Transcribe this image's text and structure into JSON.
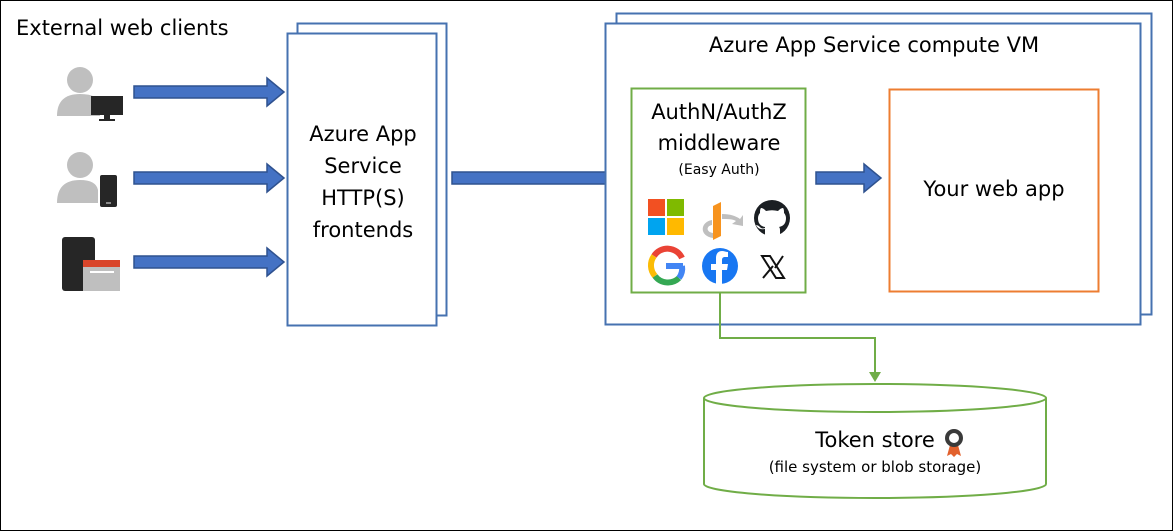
{
  "clients": {
    "title": "External web clients",
    "items": [
      {
        "name": "user-with-monitor",
        "icon": "user-desktop-icon"
      },
      {
        "name": "user-with-phone",
        "icon": "user-mobile-icon"
      },
      {
        "name": "device-with-browser",
        "icon": "device-browser-icon"
      }
    ]
  },
  "frontend": {
    "lines": [
      "Azure App",
      "Service",
      "HTTP(S)",
      "frontends"
    ]
  },
  "vm": {
    "title": "Azure App Service compute VM"
  },
  "middleware": {
    "title": "AuthN/AuthZ middleware",
    "subtitle": "(Easy Auth)",
    "providers": [
      "microsoft-icon",
      "openid-icon",
      "github-icon",
      "google-icon",
      "facebook-icon",
      "x-icon"
    ]
  },
  "webapp": {
    "label": "Your web app"
  },
  "token_store": {
    "title": "Token store",
    "subtitle": "(file system or blob storage)",
    "icon": "certificate-ribbon-icon"
  },
  "colors": {
    "blue_border": "#4672b0",
    "arrow_fill": "#4472c4",
    "arrow_stroke": "#2f528f",
    "green": "#70ad47",
    "orange": "#ed7d31",
    "icon_gray": "#bfbfbf",
    "icon_dark": "#262626"
  }
}
